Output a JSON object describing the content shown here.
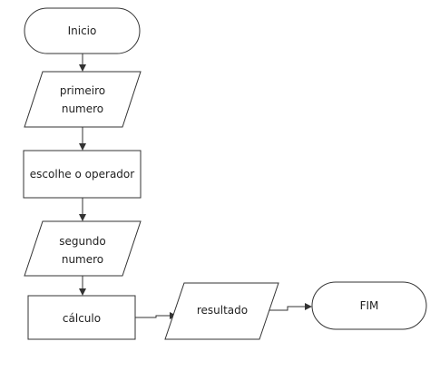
{
  "diagram": {
    "nodes": {
      "inicio": {
        "label": "Inicio"
      },
      "primeiro_numero": {
        "line1": "primeiro",
        "line2": "numero"
      },
      "escolhe_operador": {
        "label": "escolhe o operador"
      },
      "segundo_numero": {
        "line1": "segundo",
        "line2": "numero"
      },
      "calculo": {
        "label": "cálculo"
      },
      "resultado": {
        "label": "resultado"
      },
      "fim": {
        "label": "FIM"
      }
    },
    "colors": {
      "stroke": "#333333",
      "fill": "#ffffff",
      "text": "#222222"
    }
  }
}
